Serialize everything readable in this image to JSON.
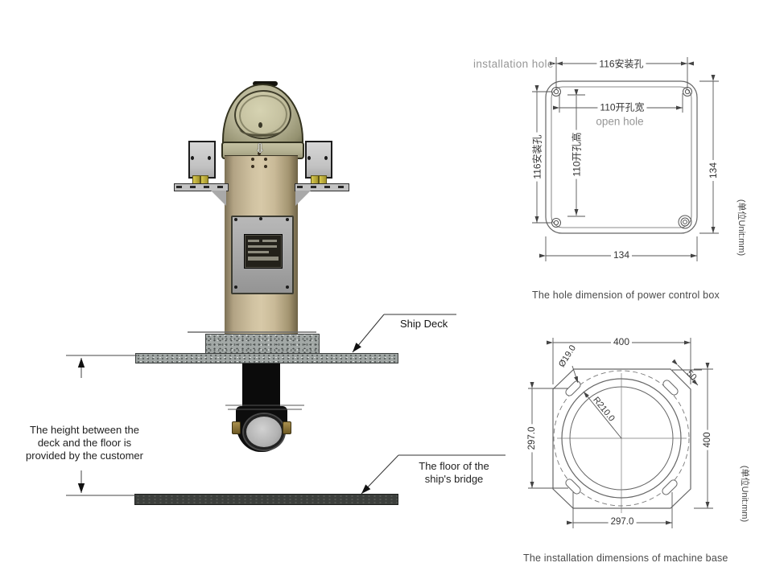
{
  "device": {
    "ship_deck_label": "Ship Deck",
    "floor_label": "The floor of the ship's bridge",
    "height_note": "The height between the deck and the floor is provided by the customer",
    "arrow_icon_glyph": "⇩"
  },
  "control_box_diagram": {
    "corner_label": "installation hole",
    "dim_mount_width": "116安装孔",
    "dim_open_width": "110开孔宽",
    "open_hole_label": "open hole",
    "dim_mount_height": "116安装孔",
    "dim_open_height": "110开孔高",
    "dim_overall_height": "134",
    "dim_overall_width": "134",
    "unit_label": "(单位Unit:mm)",
    "caption": "The hole dimension of power control box"
  },
  "base_diagram": {
    "dim_top": "400",
    "dim_slot_diameter": "Ø19.0",
    "dim_slot_length": "50",
    "dim_radius": "R210.0",
    "dim_left": "297.0",
    "dim_right": "400",
    "dim_bottom": "297.0",
    "unit_label": "(单位Unit:mm)",
    "caption": "The installation dimensions of machine base"
  },
  "colors": {
    "dome_khaki": "#b8b597",
    "body_tan": "#d0c2a1",
    "line_gray": "#5c5c5c",
    "deck_concrete": "#9fa5a3",
    "pipe_black": "#0b0b0b",
    "brass": "#a98f4e"
  }
}
